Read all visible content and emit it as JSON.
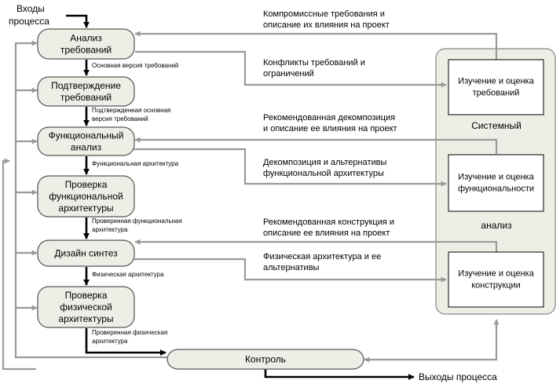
{
  "inputs_label": [
    "Входы",
    "процесса"
  ],
  "outputs_label": "Выходы процесса",
  "process_boxes": [
    {
      "id": "requirements-analysis",
      "lines": [
        "Анализ",
        "требований"
      ]
    },
    {
      "id": "requirements-validation",
      "lines": [
        "Подтверждение",
        "требований"
      ]
    },
    {
      "id": "functional-analysis",
      "lines": [
        "Функциональный",
        "анализ"
      ]
    },
    {
      "id": "functional-verification",
      "lines": [
        "Проверка",
        "функциональной",
        "архитектуры"
      ]
    },
    {
      "id": "design-synthesis",
      "lines": [
        "Дизайн синтез"
      ]
    },
    {
      "id": "physical-verification",
      "lines": [
        "Проверка",
        "физической",
        "архитектуры"
      ]
    },
    {
      "id": "control",
      "lines": [
        "Контроль"
      ]
    }
  ],
  "flow_labels": [
    {
      "id": "baseline-requirements",
      "lines": [
        "Основная версия требований"
      ]
    },
    {
      "id": "validated-baseline",
      "lines": [
        "Подтвержденная основная",
        "версия требований"
      ]
    },
    {
      "id": "functional-architecture",
      "lines": [
        "Функциональная архитектура"
      ]
    },
    {
      "id": "verified-functional",
      "lines": [
        "Проверенная функциональная",
        "архитектура"
      ]
    },
    {
      "id": "physical-architecture",
      "lines": [
        "Физическая архитектура"
      ]
    },
    {
      "id": "verified-physical",
      "lines": [
        "Проверенная физическая",
        "архитектура"
      ]
    }
  ],
  "feedback_notes": [
    {
      "id": "tradeoff-requirements",
      "lines": [
        "Компромиссные требования и",
        "описание их влияния на проект"
      ]
    },
    {
      "id": "requirement-conflicts",
      "lines": [
        "Конфликты требований и",
        "ограничений"
      ]
    },
    {
      "id": "recommended-decomposition",
      "lines": [
        "Рекомендованная декомпозиция",
        "и описание ее влияния на проект"
      ]
    },
    {
      "id": "decomposition-alternatives",
      "lines": [
        "Декомпозиция и альтернативы",
        "функциональной архитектуры"
      ]
    },
    {
      "id": "recommended-design",
      "lines": [
        "Рекомендованная конструкция и",
        "описание ее влияния на проект"
      ]
    },
    {
      "id": "physical-alternatives",
      "lines": [
        "Физическая архитектура и ее",
        "альтернативы"
      ]
    }
  ],
  "systems_analysis": {
    "title_top": "Системный",
    "title_bottom": "анализ",
    "boxes": [
      {
        "id": "requirements-study",
        "lines": [
          "Изучение и оценка",
          "требований"
        ]
      },
      {
        "id": "functionality-study",
        "lines": [
          "Изучение и оценка",
          "функциональности"
        ]
      },
      {
        "id": "design-study",
        "lines": [
          "Изучение и оценка",
          "конструкции"
        ]
      }
    ]
  }
}
